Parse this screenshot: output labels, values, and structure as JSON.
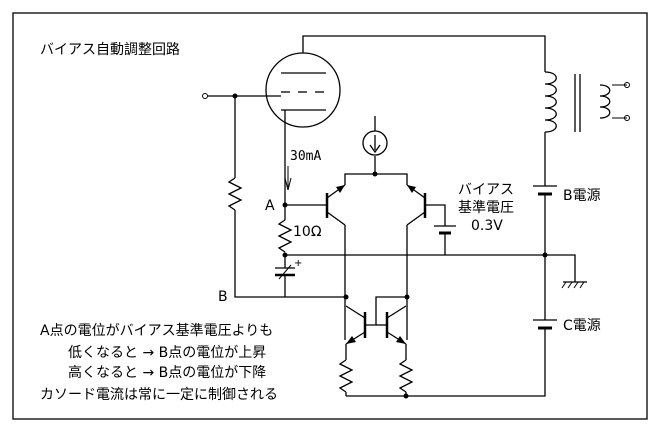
{
  "diagram": {
    "title": "バイアス自動調整回路",
    "labels": {
      "current": "30mA",
      "node_a": "A",
      "node_b": "B",
      "resistor": "10Ω",
      "bias_ref_line1": "バイアス",
      "bias_ref_line2": "基準電圧",
      "bias_ref_value": "0.3V",
      "b_supply": "B電源",
      "c_supply": "C電源",
      "plus": "+"
    },
    "notes": [
      "A点の電位がバイアス基準電圧よりも",
      "低くなると → B点の電位が上昇",
      "高くなると → B点の電位が下降",
      "カソード電流は常に一定に制御される"
    ]
  }
}
